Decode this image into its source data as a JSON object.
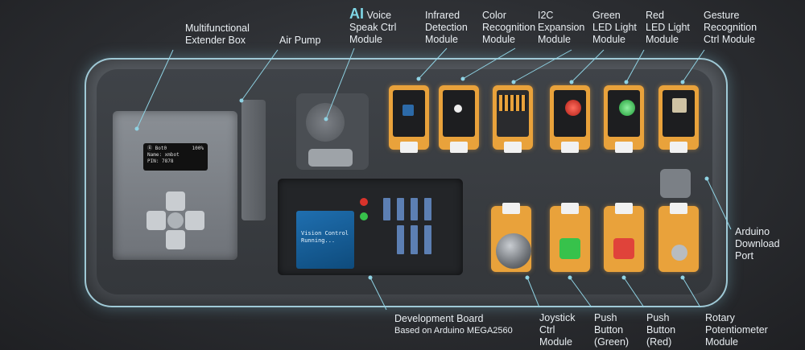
{
  "extender_screen": {
    "line1_left": "Ⓑ ",
    "line1_mid": "Bot0",
    "line1_right": "100%",
    "line2": "Name: xmbot",
    "line3": "PIN: 7878"
  },
  "oled_text": {
    "line1": "Vision Control",
    "line2": "Running..."
  },
  "labels": {
    "extender_box": "Multifunctional\nExtender Box",
    "air_pump": "Air Pump",
    "ai_mark": "AI",
    "voice_ctrl": " Voice\nSpeak Ctrl\nModule",
    "infrared": "Infrared\nDetection\nModule",
    "color_recog": "Color\nRecognition\nModule",
    "i2c": "I2C\nExpansion\nModule",
    "green_led": "Green\nLED Light\nModule",
    "red_led": "Red\nLED Light\nModule",
    "gesture": "Gesture\nRecognition\nCtrl Module",
    "arduino_port": "Arduino\nDownload\nPort",
    "dev_board_title": "Development Board",
    "dev_board_sub": "Based on Arduino MEGA2560",
    "joystick": "Joystick\nCtrl\nModule",
    "push_green": "Push\nButton\n(Green)",
    "push_red": "Push\nButton\n(Red)",
    "rotary": "Rotary\nPotentiometer\nModule"
  },
  "colors": {
    "module_orange": "#e9a23b",
    "leader_line": "#8fd3e4",
    "led_red": "#d8332b",
    "led_green": "#37c24b"
  }
}
